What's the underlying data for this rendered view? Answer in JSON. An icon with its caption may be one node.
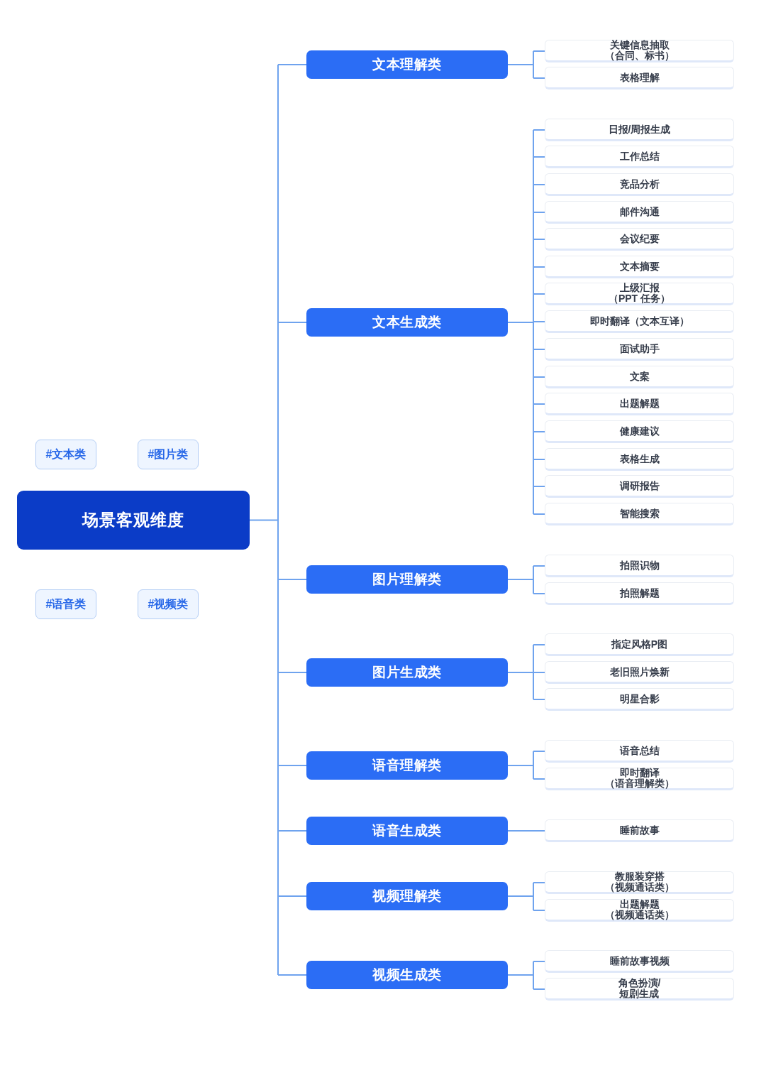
{
  "diagram": {
    "nodes": [
      {
        "text": [
          "场景客观维度"
        ]
      },
      {
        "text": [
          "#文本类"
        ]
      },
      {
        "text": [
          "#图片类"
        ]
      },
      {
        "text": [
          "#语音类"
        ]
      },
      {
        "text": [
          "#视频类"
        ]
      },
      {
        "text": [
          "文本理解类"
        ]
      },
      {
        "text": [
          "文本生成类"
        ]
      },
      {
        "text": [
          "图片理解类"
        ]
      },
      {
        "text": [
          "图片生成类"
        ]
      },
      {
        "text": [
          "语音理解类"
        ]
      },
      {
        "text": [
          "语音生成类"
        ]
      },
      {
        "text": [
          "视频理解类"
        ]
      },
      {
        "text": [
          "视频生成类"
        ]
      },
      {
        "text": [
          "关键信息抽取（合同、标书）"
        ]
      },
      {
        "text": [
          "表格理解"
        ]
      },
      {
        "text": [
          "日报/周报生成"
        ]
      },
      {
        "text": [
          "工作总结"
        ]
      },
      {
        "text": [
          "竞品分析"
        ]
      },
      {
        "text": [
          "邮件沟通"
        ]
      },
      {
        "text": [
          "会议纪要"
        ]
      },
      {
        "text": [
          "文本摘要"
        ]
      },
      {
        "text": [
          "上级汇报（PPT 任务）"
        ]
      },
      {
        "text": [
          "即时翻译（文本互译）"
        ]
      },
      {
        "text": [
          "面试助手"
        ]
      },
      {
        "text": [
          "文案"
        ]
      },
      {
        "text": [
          "出题解题"
        ]
      },
      {
        "text": [
          "健康建议"
        ]
      },
      {
        "text": [
          "表格生成"
        ]
      },
      {
        "text": [
          "调研报告"
        ]
      },
      {
        "text": [
          "智能搜索"
        ]
      },
      {
        "text": [
          "拍照识物"
        ]
      },
      {
        "text": [
          "拍照解题"
        ]
      },
      {
        "text": [
          "指定风格P图"
        ]
      },
      {
        "text": [
          "老旧照片焕新"
        ]
      },
      {
        "text": [
          "明星合影"
        ]
      },
      {
        "text": [
          "语音总结"
        ]
      },
      {
        "text": [
          "即时翻译（语音理解类）"
        ]
      },
      {
        "text": [
          "睡前故事"
        ]
      },
      {
        "text": [
          "教服装穿搭（视频通话类）"
        ]
      },
      {
        "text": [
          "出题解题（视频通话类）"
        ]
      },
      {
        "text": [
          "睡前故事视频"
        ]
      },
      {
        "text": [
          "角色扮演/短剧生成"
        ]
      }
    ],
    "edges": [
      {
        "from": 0,
        "to": 5,
        "arrow": "none"
      },
      {
        "from": 0,
        "to": 6,
        "arrow": "none"
      },
      {
        "from": 0,
        "to": 7,
        "arrow": "none"
      },
      {
        "from": 0,
        "to": 8,
        "arrow": "none"
      },
      {
        "from": 0,
        "to": 9,
        "arrow": "none"
      },
      {
        "from": 0,
        "to": 10,
        "arrow": "none"
      },
      {
        "from": 0,
        "to": 11,
        "arrow": "none"
      },
      {
        "from": 0,
        "to": 12,
        "arrow": "none"
      },
      {
        "from": 5,
        "to": 13,
        "arrow": "none"
      },
      {
        "from": 5,
        "to": 14,
        "arrow": "none"
      },
      {
        "from": 6,
        "to": 15,
        "arrow": "none"
      },
      {
        "from": 6,
        "to": 16,
        "arrow": "none"
      },
      {
        "from": 6,
        "to": 17,
        "arrow": "none"
      },
      {
        "from": 6,
        "to": 18,
        "arrow": "none"
      },
      {
        "from": 6,
        "to": 19,
        "arrow": "none"
      },
      {
        "from": 6,
        "to": 20,
        "arrow": "none"
      },
      {
        "from": 6,
        "to": 21,
        "arrow": "none"
      },
      {
        "from": 6,
        "to": 22,
        "arrow": "none"
      },
      {
        "from": 6,
        "to": 23,
        "arrow": "none"
      },
      {
        "from": 6,
        "to": 24,
        "arrow": "none"
      },
      {
        "from": 6,
        "to": 25,
        "arrow": "none"
      },
      {
        "from": 6,
        "to": 26,
        "arrow": "none"
      },
      {
        "from": 6,
        "to": 27,
        "arrow": "none"
      },
      {
        "from": 6,
        "to": 28,
        "arrow": "none"
      },
      {
        "from": 6,
        "to": 29,
        "arrow": "none"
      },
      {
        "from": 7,
        "to": 30,
        "arrow": "none"
      },
      {
        "from": 7,
        "to": 31,
        "arrow": "none"
      },
      {
        "from": 8,
        "to": 32,
        "arrow": "none"
      },
      {
        "from": 8,
        "to": 33,
        "arrow": "none"
      },
      {
        "from": 8,
        "to": 34,
        "arrow": "none"
      },
      {
        "from": 9,
        "to": 35,
        "arrow": "none"
      },
      {
        "from": 9,
        "to": 36,
        "arrow": "none"
      },
      {
        "from": 10,
        "to": 37,
        "arrow": "none"
      },
      {
        "from": 11,
        "to": 38,
        "arrow": "none"
      },
      {
        "from": 11,
        "to": 39,
        "arrow": "none"
      },
      {
        "from": 12,
        "to": 40,
        "arrow": "none"
      },
      {
        "from": 12,
        "to": 41,
        "arrow": "none"
      }
    ]
  }
}
